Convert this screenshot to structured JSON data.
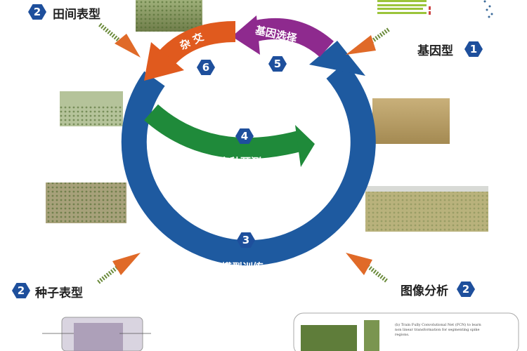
{
  "steps": {
    "s1": {
      "num": "1",
      "label": "基因型"
    },
    "s2a": {
      "num": "2",
      "label": "田间表型"
    },
    "s2b": {
      "num": "2",
      "label": "种子表型"
    },
    "s2c": {
      "num": "2",
      "label": "图像分析"
    },
    "s3": {
      "num": "3",
      "label": "模型训练"
    },
    "s4": {
      "num": "4",
      "label": "育种预测"
    },
    "s5": {
      "num": "5",
      "label": "基因选择"
    },
    "s6": {
      "num": "6",
      "label": "杂 交"
    }
  },
  "figure_note": "(b) Train Fully Convolutional Net (FCN) to learn non linear transformation for segmenting spike regions.",
  "colors": {
    "ring": "#1e5aa0",
    "green": "#1f8a3a",
    "orange": "#e05a1e",
    "purple": "#8e2a8e",
    "hex": "#1e4f9c"
  },
  "icons": [
    "hexagon-number-badge",
    "dashed-orange-arrow",
    "field-photo",
    "seed-scanner-device"
  ]
}
